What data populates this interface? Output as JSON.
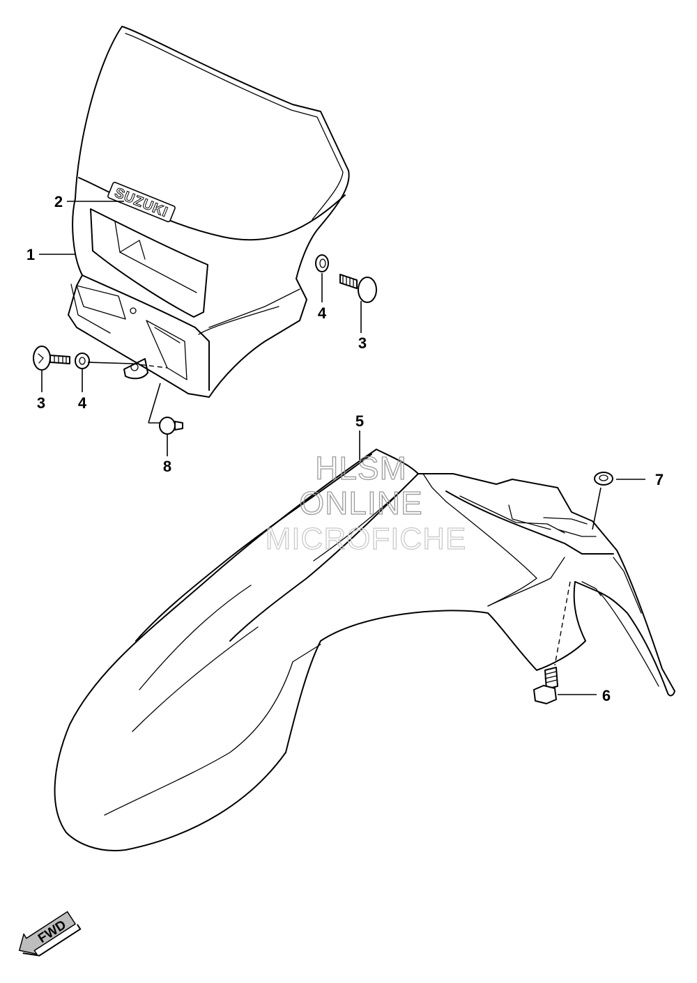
{
  "diagram": {
    "callouts": [
      {
        "id": "c1",
        "label": "1"
      },
      {
        "id": "c2",
        "label": "2"
      },
      {
        "id": "c3a",
        "label": "3"
      },
      {
        "id": "c3b",
        "label": "3"
      },
      {
        "id": "c4a",
        "label": "4"
      },
      {
        "id": "c4b",
        "label": "4"
      },
      {
        "id": "c5",
        "label": "5"
      },
      {
        "id": "c6",
        "label": "6"
      },
      {
        "id": "c7",
        "label": "7"
      },
      {
        "id": "c8",
        "label": "8"
      }
    ],
    "headlight_logo": "SUZUKI",
    "direction_badge": "FWD",
    "watermark": [
      "HLSM",
      "ONLINE",
      "MICROFICHE"
    ]
  }
}
